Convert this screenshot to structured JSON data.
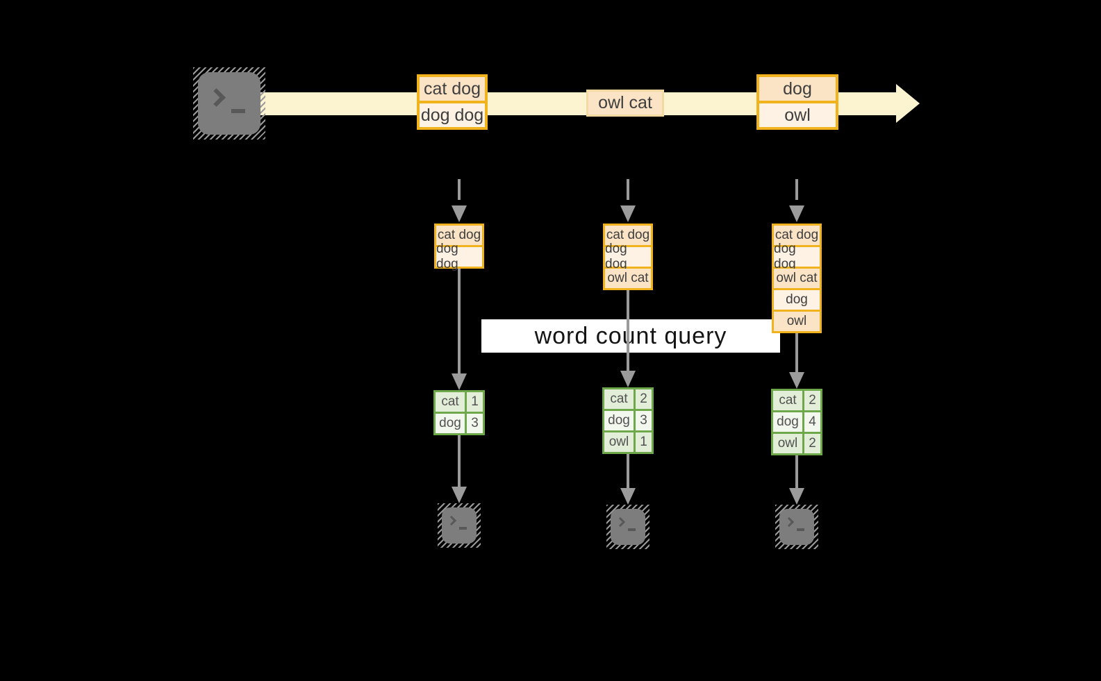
{
  "diagram": {
    "description_visible_text_only": true,
    "query": {
      "label": "word count query"
    },
    "stream": {
      "source_icon": "terminal-icon",
      "batches": [
        {
          "lines": [
            "cat dog",
            "dog dog"
          ]
        },
        {
          "lines": [
            "owl cat"
          ]
        },
        {
          "lines": [
            "dog",
            "owl"
          ]
        }
      ]
    },
    "columns": [
      {
        "input": [
          "cat dog",
          "dog dog"
        ],
        "counts": [
          {
            "word": "cat",
            "count": "1"
          },
          {
            "word": "dog",
            "count": "3"
          }
        ],
        "sink_icon": "terminal-icon"
      },
      {
        "input": [
          "cat dog",
          "dog dog",
          "owl cat"
        ],
        "counts": [
          {
            "word": "cat",
            "count": "2"
          },
          {
            "word": "dog",
            "count": "3"
          },
          {
            "word": "owl",
            "count": "1"
          }
        ],
        "sink_icon": "terminal-icon"
      },
      {
        "input": [
          "cat dog",
          "dog dog",
          "owl cat",
          "dog",
          "owl"
        ],
        "counts": [
          {
            "word": "cat",
            "count": "2"
          },
          {
            "word": "dog",
            "count": "4"
          },
          {
            "word": "owl",
            "count": "2"
          }
        ],
        "sink_icon": "terminal-icon"
      }
    ],
    "colors": {
      "background": "#000000",
      "stream_band": "#FCF3D0",
      "orange_border": "#F0B31D",
      "pale_orange_border": "#F3D9A2",
      "cell_peach": "#FBE3C5",
      "cell_cream": "#FDF2E4",
      "green_border": "#6FA84B",
      "green_cell": "#E2EED8",
      "green_cell_light": "#F3F8EF",
      "connector_gray": "#9B9B9B",
      "terminal_gray": "#7D7D7D",
      "label_bg": "#FFFFFF",
      "text": "#3E3E3E"
    }
  }
}
